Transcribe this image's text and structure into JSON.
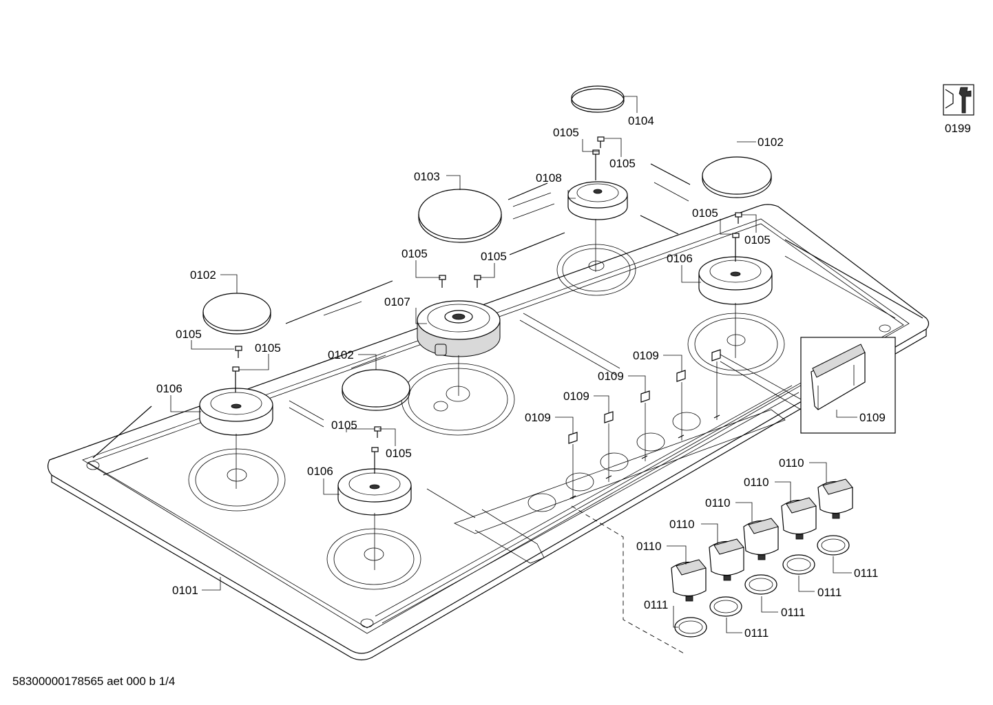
{
  "footer": {
    "document_id": "58300000178565 aet 000 b 1/4"
  },
  "tools_badge": {
    "icon": "tools-wrench-icon",
    "label": "0199"
  },
  "callouts": [
    {
      "id": "c-0104",
      "label": "0104"
    },
    {
      "id": "c-0102-right",
      "label": "0102"
    },
    {
      "id": "c-0105-a",
      "label": "0105"
    },
    {
      "id": "c-0105-b",
      "label": "0105"
    },
    {
      "id": "c-0108",
      "label": "0108"
    },
    {
      "id": "c-0103",
      "label": "0103"
    },
    {
      "id": "c-0105-c",
      "label": "0105"
    },
    {
      "id": "c-0105-d",
      "label": "0105"
    },
    {
      "id": "c-0106-right",
      "label": "0106"
    },
    {
      "id": "c-0105-e",
      "label": "0105"
    },
    {
      "id": "c-0105-f",
      "label": "0105"
    },
    {
      "id": "c-0107",
      "label": "0107"
    },
    {
      "id": "c-0102-left",
      "label": "0102"
    },
    {
      "id": "c-0105-g",
      "label": "0105"
    },
    {
      "id": "c-0105-h",
      "label": "0105"
    },
    {
      "id": "c-0106-left",
      "label": "0106"
    },
    {
      "id": "c-0102-mid",
      "label": "0102"
    },
    {
      "id": "c-0105-i",
      "label": "0105"
    },
    {
      "id": "c-0105-j",
      "label": "0105"
    },
    {
      "id": "c-0106-front",
      "label": "0106"
    },
    {
      "id": "c-0109-a",
      "label": "0109"
    },
    {
      "id": "c-0109-b",
      "label": "0109"
    },
    {
      "id": "c-0109-c",
      "label": "0109"
    },
    {
      "id": "c-0109-d",
      "label": "0109"
    },
    {
      "id": "c-0109-detail",
      "label": "0109"
    },
    {
      "id": "c-0101",
      "label": "0101"
    },
    {
      "id": "c-0110-a",
      "label": "0110"
    },
    {
      "id": "c-0110-b",
      "label": "0110"
    },
    {
      "id": "c-0110-c",
      "label": "0110"
    },
    {
      "id": "c-0110-d",
      "label": "0110"
    },
    {
      "id": "c-0110-e",
      "label": "0110"
    },
    {
      "id": "c-0111-a",
      "label": "0111"
    },
    {
      "id": "c-0111-b",
      "label": "0111"
    },
    {
      "id": "c-0111-c",
      "label": "0111"
    },
    {
      "id": "c-0111-d",
      "label": "0111"
    },
    {
      "id": "c-0111-e",
      "label": "0111"
    }
  ]
}
